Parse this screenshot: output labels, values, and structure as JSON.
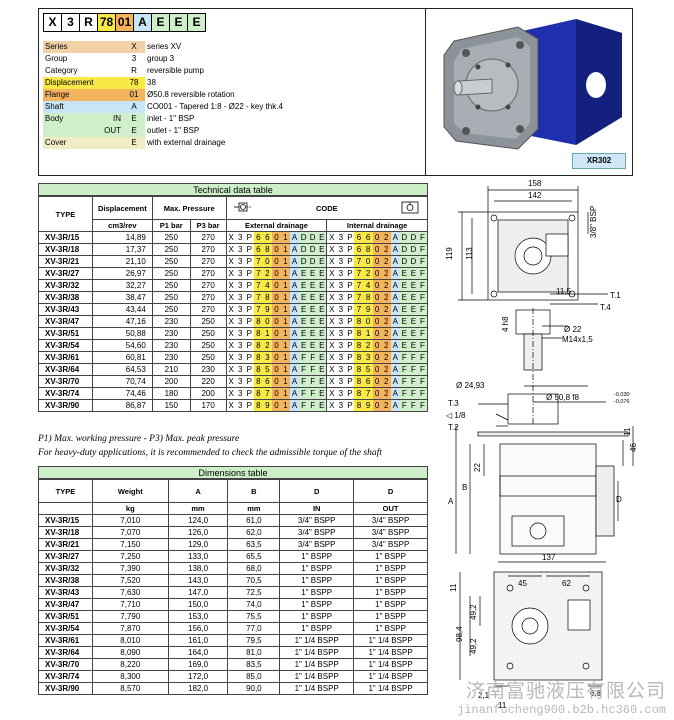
{
  "code_panel": {
    "letters": [
      {
        "c": "X",
        "bg": "#ffffff"
      },
      {
        "c": "3",
        "bg": "#ffffff"
      },
      {
        "c": "R",
        "bg": "#ffffff"
      },
      {
        "c": "78",
        "bg": "#f7e948"
      },
      {
        "c": "01",
        "bg": "#f4b45e"
      },
      {
        "c": "A",
        "bg": "#c7e5f7"
      },
      {
        "c": "E",
        "bg": "#cfeeca"
      },
      {
        "c": "E",
        "bg": "#cfeeca"
      },
      {
        "c": "E",
        "bg": "#cfeeca"
      }
    ],
    "rows": [
      {
        "label": "Series",
        "sub": "",
        "code": "X",
        "desc": "series XV",
        "bg": "#f2d1a6"
      },
      {
        "label": "Group",
        "sub": "",
        "code": "3",
        "desc": "group 3",
        "bg": "#ffffff"
      },
      {
        "label": "Category",
        "sub": "",
        "code": "R",
        "desc": "reversible pump",
        "bg": "#ffffff"
      },
      {
        "label": "Displacement",
        "sub": "",
        "code": "78",
        "desc": "38",
        "bg": "#f7e948"
      },
      {
        "label": "Flange",
        "sub": "",
        "code": "01",
        "desc": "Ø50.8 reversible rotation",
        "bg": "#f4b45e"
      },
      {
        "label": "Shaft",
        "sub": "",
        "code": "A",
        "desc": "CO001 - Tapered 1:8 - Ø22 - key thk.4",
        "bg": "#c7e5f7"
      },
      {
        "label": "Body",
        "sub": "IN",
        "code": "E",
        "desc": "inlet - 1\" BSP",
        "bg": "#cfeeca"
      },
      {
        "label": "",
        "sub": "OUT",
        "code": "E",
        "desc": "outlet - 1\" BSP",
        "bg": "#cfeeca"
      },
      {
        "label": "Cover",
        "sub": "",
        "code": "E",
        "desc": "with external drainage",
        "bg": "#f1ecc4"
      }
    ],
    "photo_label": "XR302"
  },
  "tech": {
    "title": "Technical data table",
    "h_type": "TYPE",
    "h_disp": "Displacement",
    "h_press": "Max. Pressure",
    "h_code": "CODE",
    "u_disp": "cm3/rev",
    "u_p1": "P1 bar",
    "u_p3": "P3 bar",
    "h_ext": "External drainage",
    "h_int": "Internal drainage",
    "code_colors": [
      "#ffffff",
      "#ffffff",
      "#ffffff",
      "#f7e948",
      "#f7e948",
      "#f4b45e",
      "#f4b45e",
      "#c7e5f7",
      "#cfeeca",
      "#cfeeca",
      "#cfeeca"
    ],
    "rows": [
      {
        "type": "XV-3R/15",
        "disp": "14,89",
        "p1": "250",
        "p3": "270",
        "ext": "X3P6601ADDE",
        "int": "X3P6602ADDF"
      },
      {
        "type": "XV-3R/18",
        "disp": "17,37",
        "p1": "250",
        "p3": "270",
        "ext": "X3P6801ADDE",
        "int": "X3P6802ADDF"
      },
      {
        "type": "XV-3R/21",
        "disp": "21,10",
        "p1": "250",
        "p3": "270",
        "ext": "X3P7001ADDE",
        "int": "X3P7002ADDF"
      },
      {
        "type": "XV-3R/27",
        "disp": "26,97",
        "p1": "250",
        "p3": "270",
        "ext": "X3P7201AEEE",
        "int": "X3P7202AEEF"
      },
      {
        "type": "XV-3R/32",
        "disp": "32,27",
        "p1": "250",
        "p3": "270",
        "ext": "X3P7401AEEE",
        "int": "X3P7402AEEF"
      },
      {
        "type": "XV-3R/38",
        "disp": "38,47",
        "p1": "250",
        "p3": "270",
        "ext": "X3P7801AEEE",
        "int": "X3P7802AEEF"
      },
      {
        "type": "XV-3R/43",
        "disp": "43,44",
        "p1": "250",
        "p3": "270",
        "ext": "X3P7901AEEE",
        "int": "X3P7902AEEF"
      },
      {
        "type": "XV-3R/47",
        "disp": "47,16",
        "p1": "230",
        "p3": "250",
        "ext": "X3P8001AEEE",
        "int": "X3P8002AEEF"
      },
      {
        "type": "XV-3R/51",
        "disp": "50,88",
        "p1": "230",
        "p3": "250",
        "ext": "X3P8101AEEE",
        "int": "X3P8102AEEF"
      },
      {
        "type": "XV-3R/54",
        "disp": "54,60",
        "p1": "230",
        "p3": "250",
        "ext": "X3P8201AEEE",
        "int": "X3P8202AEEF"
      },
      {
        "type": "XV-3R/61",
        "disp": "60,81",
        "p1": "230",
        "p3": "250",
        "ext": "X3P8301AFFE",
        "int": "X3P8302AFFF"
      },
      {
        "type": "XV-3R/64",
        "disp": "64,53",
        "p1": "210",
        "p3": "230",
        "ext": "X3P8501AFFE",
        "int": "X3P8502AFFF"
      },
      {
        "type": "XV-3R/70",
        "disp": "70,74",
        "p1": "200",
        "p3": "220",
        "ext": "X3P8601AFFE",
        "int": "X3P8602AFFF"
      },
      {
        "type": "XV-3R/74",
        "disp": "74,46",
        "p1": "180",
        "p3": "200",
        "ext": "X3P8701AFFE",
        "int": "X3P8702AFFF"
      },
      {
        "type": "XV-3R/90",
        "disp": "86,87",
        "p1": "150",
        "p3": "170",
        "ext": "X3P8901AFFE",
        "int": "X3P8902AFFF"
      }
    ]
  },
  "notes": {
    "line1": "P1) Max. working pressure - P3) Max. peak pressure",
    "line2": "For heavy-duty applications, it is recommended to check the admissible torque of the shaft"
  },
  "dims": {
    "title": "Dimensions table",
    "headers": [
      "TYPE",
      "Weight",
      "A",
      "B",
      "D",
      "D"
    ],
    "units": [
      "",
      "kg",
      "mm",
      "mm",
      "IN",
      "OUT"
    ],
    "rows": [
      [
        "XV-3R/15",
        "7,010",
        "124,0",
        "61,0",
        "3/4\" BSPP",
        "3/4\" BSPP"
      ],
      [
        "XV-3R/18",
        "7,070",
        "126,0",
        "62,0",
        "3/4\" BSPP",
        "3/4\" BSPP"
      ],
      [
        "XV-3R/21",
        "7,150",
        "129,0",
        "63,5",
        "3/4\" BSPP",
        "3/4\" BSPP"
      ],
      [
        "XV-3R/27",
        "7,250",
        "133,0",
        "65,5",
        "1\" BSPP",
        "1\" BSPP"
      ],
      [
        "XV-3R/32",
        "7,390",
        "138,0",
        "68,0",
        "1\" BSPP",
        "1\" BSPP"
      ],
      [
        "XV-3R/38",
        "7,520",
        "143,0",
        "70,5",
        "1\" BSPP",
        "1\" BSPP"
      ],
      [
        "XV-3R/43",
        "7,630",
        "147,0",
        "72,5",
        "1\" BSPP",
        "1\" BSPP"
      ],
      [
        "XV-3R/47",
        "7,710",
        "150,0",
        "74,0",
        "1\" BSPP",
        "1\" BSPP"
      ],
      [
        "XV-3R/51",
        "7,790",
        "153,0",
        "75,5",
        "1\" BSPP",
        "1\" BSPP"
      ],
      [
        "XV-3R/54",
        "7,870",
        "156,0",
        "77,0",
        "1\" BSPP",
        "1\" BSPP"
      ],
      [
        "XV-3R/61",
        "8,010",
        "161,0",
        "79,5",
        "1\" 1/4 BSPP",
        "1\" 1/4 BSPP"
      ],
      [
        "XV-3R/64",
        "8,090",
        "164,0",
        "81,0",
        "1\" 1/4 BSPP",
        "1\" 1/4 BSPP"
      ],
      [
        "XV-3R/70",
        "8,220",
        "169,0",
        "83,5",
        "1\" 1/4 BSPP",
        "1\" 1/4 BSPP"
      ],
      [
        "XV-3R/74",
        "8,300",
        "172,0",
        "85,0",
        "1\" 1/4 BSPP",
        "1\" 1/4 BSPP"
      ],
      [
        "XV-3R/90",
        "8,570",
        "182,0",
        "90,0",
        "1\" 1/4 BSPP",
        "1\" 1/4 BSPP"
      ]
    ]
  },
  "drawing": {
    "d158": "158",
    "d142": "142",
    "d119": "119",
    "d113": "113",
    "bsp": "3/8\" BSP",
    "t1": "T.1",
    "t4": "T.4",
    "d11_5": "11,5",
    "d4h8": "4 h8",
    "d22": "Ø 22",
    "m14": "M14x1,5",
    "d24_93": "Ø 24,93",
    "d50_8": "Ø 50,8 f8",
    "tol_hi": "-0,030",
    "tol_lo": "-0,076",
    "t3": "T.3",
    "ratio": "◁ 1/8",
    "t2": "T.2",
    "d11a": "11",
    "d46": "46",
    "dB": "B",
    "dA": "A",
    "d22b": "22",
    "dD": "D",
    "d137": "137",
    "d45": "45",
    "d62": "62",
    "d11b": "11",
    "d49_2a": "49,2",
    "d98_4": "98,4",
    "d49_2b": "49,2",
    "d2_1": "2,1",
    "d11c": "11",
    "d6_8": "6,8"
  },
  "watermark": {
    "cn": "济南富驰液压有限公司",
    "url": "jinanfucheng900.b2b.hc360.com"
  }
}
